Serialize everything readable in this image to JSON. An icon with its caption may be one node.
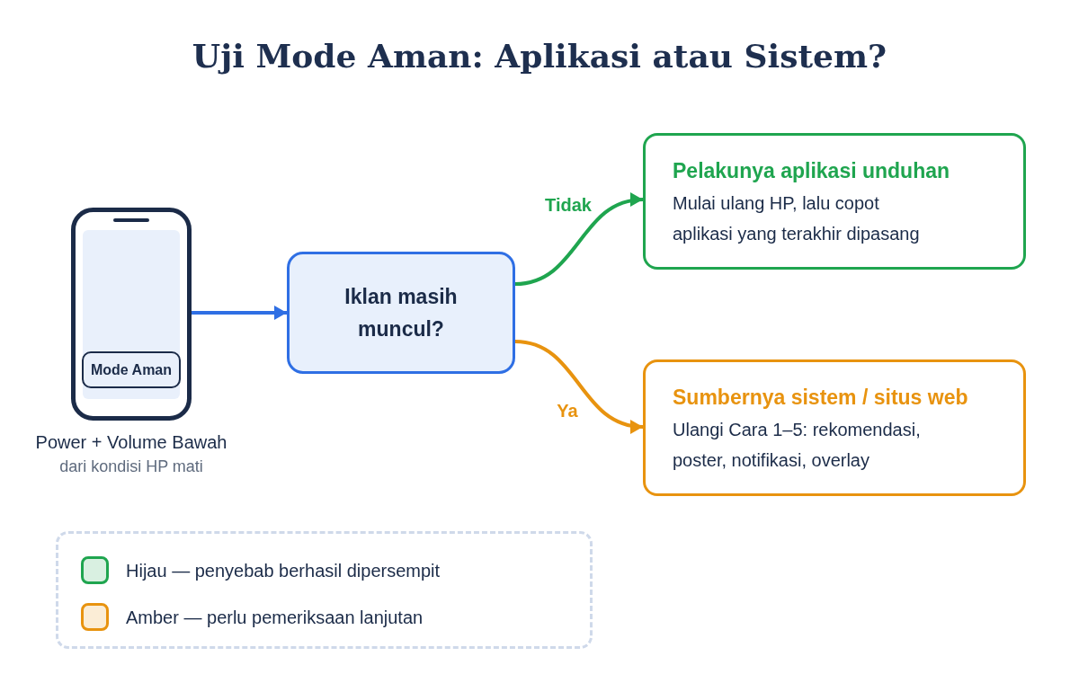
{
  "diagram": {
    "title": "Uji Mode Aman: Aplikasi atau Sistem?",
    "nodes": [
      {
        "text": [],
        "shape": "picture",
        "beside": [
          "Power + Volume Bawah",
          "dari kondisi HP mati"
        ]
      },
      {
        "text": [
          "Mode Aman"
        ],
        "in": 0
      },
      {
        "text": [
          "Iklan masih muncul?"
        ]
      },
      {
        "text": [
          "Pelakunya aplikasi unduhan",
          "Mulai ulang HP, lalu copot aplikasi yang terakhir dipasang"
        ]
      },
      {
        "text": [
          "Sumbernya sistem / situs web",
          "Ulangi Cara 1–5: rekomendasi, poster, notifikasi, overlay"
        ]
      }
    ],
    "edges": [
      {
        "from": 0,
        "to": 2,
        "arrow": "to",
        "color": "#2f6fe4"
      },
      {
        "from": 2,
        "to": 3,
        "arrow": "to",
        "label": "Tidak",
        "color": "#1fa54f"
      },
      {
        "from": 2,
        "to": 4,
        "arrow": "to",
        "label": "Ya",
        "color": "#e8930f"
      }
    ],
    "legend": [
      {
        "text": "Hijau — penyebab berhasil dipersempit",
        "color": "#1fa54f"
      },
      {
        "text": "Amber — perlu pemeriksaan lanjutan",
        "color": "#e8930f"
      }
    ]
  }
}
